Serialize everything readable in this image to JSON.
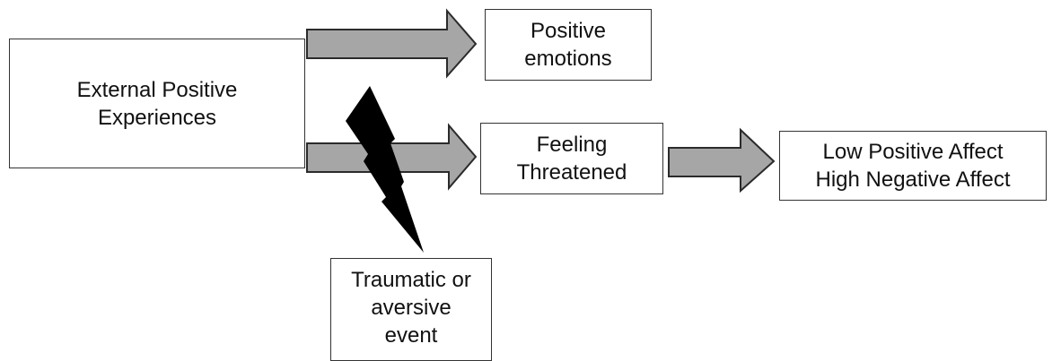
{
  "nodes": {
    "external": {
      "lines": [
        "External Positive",
        "Experiences"
      ]
    },
    "positive_emotions": {
      "lines": [
        "Positive",
        "emotions"
      ]
    },
    "feeling_threatened": {
      "lines": [
        "Feeling",
        "Threatened"
      ]
    },
    "affect": {
      "lines": [
        "Low Positive Affect",
        "High Negative Affect"
      ]
    },
    "traumatic": {
      "lines": [
        "Traumatic or",
        "aversive",
        "event"
      ]
    }
  },
  "edges": [
    {
      "from": "External Positive Experiences",
      "to": "Positive emotions"
    },
    {
      "from": "External Positive Experiences",
      "to": "Feeling Threatened"
    },
    {
      "from": "Feeling Threatened",
      "to": "Low Positive Affect / High Negative Affect"
    }
  ],
  "colors": {
    "arrow_fill": "#a6a6a6",
    "arrow_stroke": "#2b2b2b",
    "lightning": "#000000",
    "box_border": "#333333"
  },
  "icons": {
    "lightning": "lightning-bolt-icon"
  }
}
